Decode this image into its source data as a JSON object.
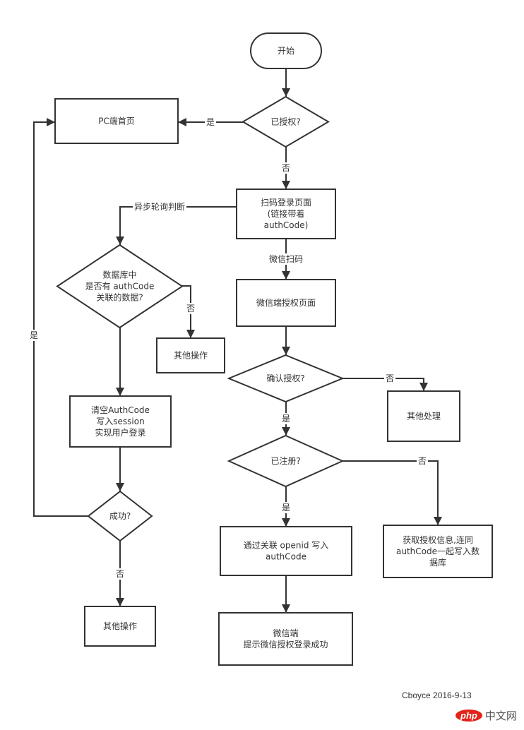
{
  "diagram": {
    "colors": {
      "stroke": "#333333",
      "text": "#333333",
      "background": "#ffffff"
    },
    "nodes": [
      {
        "id": "start",
        "type": "terminator",
        "lines": [
          "开始"
        ]
      },
      {
        "id": "authorized",
        "type": "decision",
        "lines": [
          "已授权?"
        ]
      },
      {
        "id": "pc_home",
        "type": "process",
        "lines": [
          "PC端首页"
        ]
      },
      {
        "id": "scan_page",
        "type": "process",
        "lines": [
          "扫码登录页面",
          "(链接带着",
          "authCode)"
        ]
      },
      {
        "id": "db_check",
        "type": "decision",
        "lines": [
          "数据库中",
          "是否有 authCode",
          "关联的数据?"
        ]
      },
      {
        "id": "other_op_1",
        "type": "process",
        "lines": [
          "其他操作"
        ]
      },
      {
        "id": "clear_code",
        "type": "process",
        "lines": [
          "清空AuthCode",
          "写入session",
          "实现用户登录"
        ]
      },
      {
        "id": "success",
        "type": "decision",
        "lines": [
          "成功?"
        ]
      },
      {
        "id": "other_op_2",
        "type": "process",
        "lines": [
          "其他操作"
        ]
      },
      {
        "id": "wx_auth_page",
        "type": "process",
        "lines": [
          "微信端授权页面"
        ]
      },
      {
        "id": "confirm_auth",
        "type": "decision",
        "lines": [
          "确认授权?"
        ]
      },
      {
        "id": "other_handle",
        "type": "process",
        "lines": [
          "其他处理"
        ]
      },
      {
        "id": "registered",
        "type": "decision",
        "lines": [
          "已注册?"
        ]
      },
      {
        "id": "write_code",
        "type": "process",
        "lines": [
          "通过关联 openid 写入",
          "authCode"
        ]
      },
      {
        "id": "get_info",
        "type": "process",
        "lines": [
          "获取授权信息,连同",
          "authCode一起写入数",
          "据库"
        ]
      },
      {
        "id": "wx_success",
        "type": "process",
        "lines": [
          "微信端",
          "提示微信授权登录成功"
        ]
      }
    ],
    "edges": [
      {
        "from": "start",
        "to": "authorized",
        "label": ""
      },
      {
        "from": "authorized",
        "to": "pc_home",
        "label": "是"
      },
      {
        "from": "authorized",
        "to": "scan_page",
        "label": "否"
      },
      {
        "from": "scan_page",
        "to": "db_check",
        "label": "异步轮询判断"
      },
      {
        "from": "scan_page",
        "to": "wx_auth_page",
        "label": "微信扫码"
      },
      {
        "from": "db_check",
        "to": "other_op_1",
        "label": "否"
      },
      {
        "from": "db_check",
        "to": "clear_code",
        "label": ""
      },
      {
        "from": "clear_code",
        "to": "success",
        "label": ""
      },
      {
        "from": "success",
        "to": "pc_home",
        "label": "是"
      },
      {
        "from": "success",
        "to": "other_op_2",
        "label": "否"
      },
      {
        "from": "wx_auth_page",
        "to": "confirm_auth",
        "label": ""
      },
      {
        "from": "confirm_auth",
        "to": "other_handle",
        "label": "否"
      },
      {
        "from": "confirm_auth",
        "to": "registered",
        "label": "是"
      },
      {
        "from": "registered",
        "to": "write_code",
        "label": "是"
      },
      {
        "from": "registered",
        "to": "get_info",
        "label": "否"
      },
      {
        "from": "write_code",
        "to": "wx_success",
        "label": ""
      }
    ]
  },
  "footer": {
    "author_date": "Cboyce 2016-9-13",
    "watermark_badge": "php",
    "watermark_text": "中文网"
  }
}
